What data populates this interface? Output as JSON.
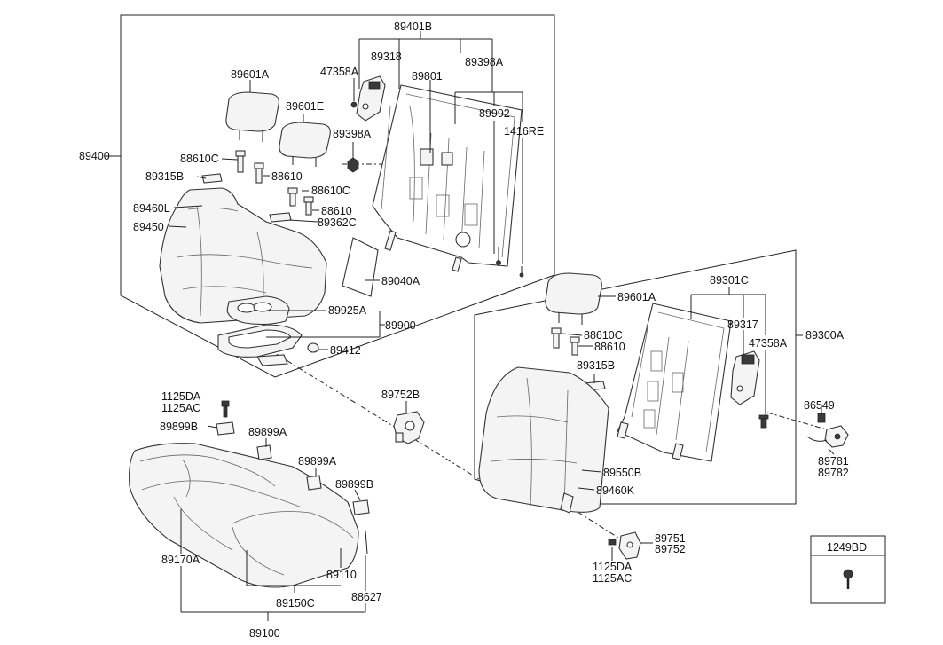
{
  "diagram": {
    "callouts": {
      "p89401B": "89401B",
      "p89318": "89318",
      "p47358A_1": "47358A",
      "p89801": "89801",
      "p89398A_1": "89398A",
      "p89601A_1": "89601A",
      "p89601E": "89601E",
      "p89992": "89992",
      "p1416RE": "1416RE",
      "p89398A_2": "89398A",
      "p89400": "89400",
      "p88610C_1": "88610C",
      "p89315B_1": "89315B",
      "p88610_1": "88610",
      "p88610C_2": "88610C",
      "p89460L": "89460L",
      "p88610_2": "88610",
      "p89362C": "89362C",
      "p89450": "89450",
      "p89040A": "89040A",
      "p89925A": "89925A",
      "p89900": "89900",
      "p89412": "89412",
      "p89301C": "89301C",
      "p89601A_2": "89601A",
      "p89317": "89317",
      "p89300A": "89300A",
      "p88610C_3": "88610C",
      "p88610_3": "88610",
      "p47358A_2": "47358A",
      "p89315B_2": "89315B",
      "p89752B": "89752B",
      "p1125DA_1": "1125DA",
      "p1125AC_1": "1125AC",
      "p86549": "86549",
      "p89899B_1": "89899B",
      "p89899A_1": "89899A",
      "p89781": "89781",
      "p89782": "89782",
      "p89899A_2": "89899A",
      "p89550B": "89550B",
      "p89899B_2": "89899B",
      "p89460K": "89460K",
      "p89751": "89751",
      "p89752": "89752",
      "p89170A": "89170A",
      "p1125DA_2": "1125DA",
      "p1125AC_2": "1125AC",
      "p89110": "89110",
      "p88627": "88627",
      "p89150C": "89150C",
      "p89100": "89100",
      "p1249BD": "1249BD"
    }
  }
}
